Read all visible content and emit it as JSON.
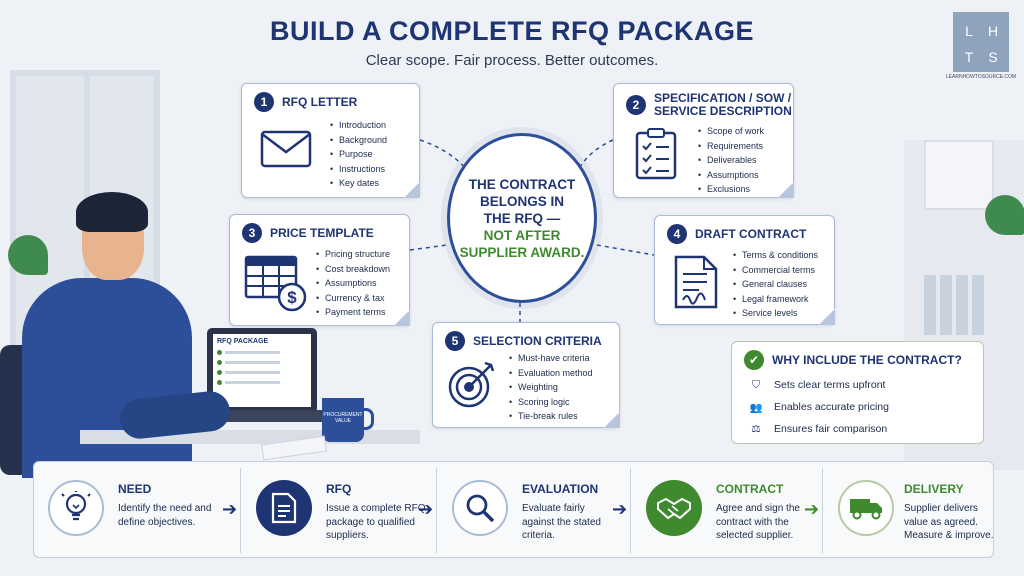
{
  "header": {
    "title": "BUILD A COMPLETE RFQ PACKAGE",
    "subtitle": "Clear scope. Fair process. Better outcomes."
  },
  "logo": {
    "letters": [
      "L",
      "H",
      "T",
      "S"
    ],
    "caption": "LEARNHOWTOSOURCE.COM"
  },
  "center": {
    "line1": "THE CONTRACT BELONGS IN THE RFQ —",
    "line2": "NOT AFTER SUPPLIER AWARD."
  },
  "cards": [
    {
      "num": "1",
      "title": "RFQ LETTER",
      "icon": "envelope-icon",
      "items": [
        "Introduction",
        "Background",
        "Purpose",
        "Instructions",
        "Key dates"
      ]
    },
    {
      "num": "2",
      "title": "SPECIFICATION / SOW / SERVICE DESCRIPTION",
      "icon": "clipboard-checklist-icon",
      "items": [
        "Scope of work",
        "Requirements",
        "Deliverables",
        "Assumptions",
        "Exclusions"
      ]
    },
    {
      "num": "3",
      "title": "PRICE TEMPLATE",
      "icon": "spreadsheet-dollar-icon",
      "items": [
        "Pricing structure",
        "Cost breakdown",
        "Assumptions",
        "Currency & tax",
        "Payment terms"
      ]
    },
    {
      "num": "4",
      "title": "DRAFT CONTRACT",
      "icon": "signed-document-icon",
      "items": [
        "Terms & conditions",
        "Commercial terms",
        "General clauses",
        "Legal framework",
        "Service levels"
      ]
    },
    {
      "num": "5",
      "title": "SELECTION CRITERIA",
      "icon": "target-icon",
      "items": [
        "Must-have criteria",
        "Evaluation method",
        "Weighting",
        "Scoring logic",
        "Tie-break rules"
      ]
    }
  ],
  "why": {
    "title": "WHY INCLUDE THE CONTRACT?",
    "items": [
      {
        "text": "Sets clear terms upfront",
        "icon": "shield-check-icon"
      },
      {
        "text": "Enables accurate pricing",
        "icon": "people-icon"
      },
      {
        "text": "Ensures fair comparison",
        "icon": "scales-icon"
      }
    ]
  },
  "process": [
    {
      "title": "NEED",
      "desc": "Identify the need and define objectives.",
      "icon": "lightbulb-icon",
      "color": "#1e3473"
    },
    {
      "title": "RFQ",
      "desc": "Issue a complete RFQ package to qualified suppliers.",
      "icon": "document-icon",
      "color": "#1e3473"
    },
    {
      "title": "EVALUATION",
      "desc": "Evaluate fairly against the stated criteria.",
      "icon": "magnifier-icon",
      "color": "#1e3473"
    },
    {
      "title": "CONTRACT",
      "desc": "Agree and sign the contract with the selected supplier.",
      "icon": "handshake-icon",
      "color": "#3f8a2e"
    },
    {
      "title": "DELIVERY",
      "desc": "Supplier delivers value as agreed. Measure & improve.",
      "icon": "truck-icon",
      "color": "#3f8a2e"
    }
  ],
  "scene": {
    "laptop_title": "RFQ PACKAGE",
    "mug_label": "PROCUREMENT VALUE"
  },
  "colors": {
    "navy": "#1e3473",
    "green": "#3f8a2e",
    "border": "#a9bbd6"
  }
}
